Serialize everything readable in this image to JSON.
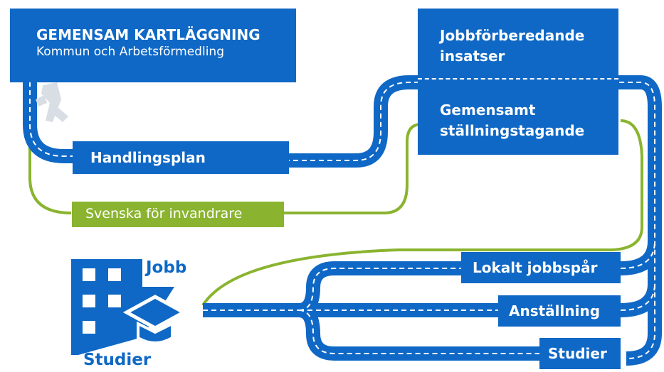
{
  "colors": {
    "blue": "#0f68c5",
    "green": "#8ab42f",
    "dash": "#ffffff"
  },
  "top_box": {
    "title": "GEMENSAM KARTLÄGGNING",
    "subtitle": "Kommun och Arbetsförmedling"
  },
  "right_box": {
    "line1": "Jobbförberedande",
    "line2": "insatser",
    "line3": "Gemensamt",
    "line4": "ställningstagande"
  },
  "handlingsplan": "Handlingsplan",
  "sfi": "Svenska för invandrare",
  "icon": {
    "jobb": "Jobb",
    "studier": "Studier"
  },
  "outcomes": [
    "Lokalt jobbspår",
    "Anställning",
    "Studier"
  ],
  "icons": [
    "walking-person-icon",
    "cycle-arrows-icon",
    "building-icon",
    "graduation-cap-icon"
  ]
}
